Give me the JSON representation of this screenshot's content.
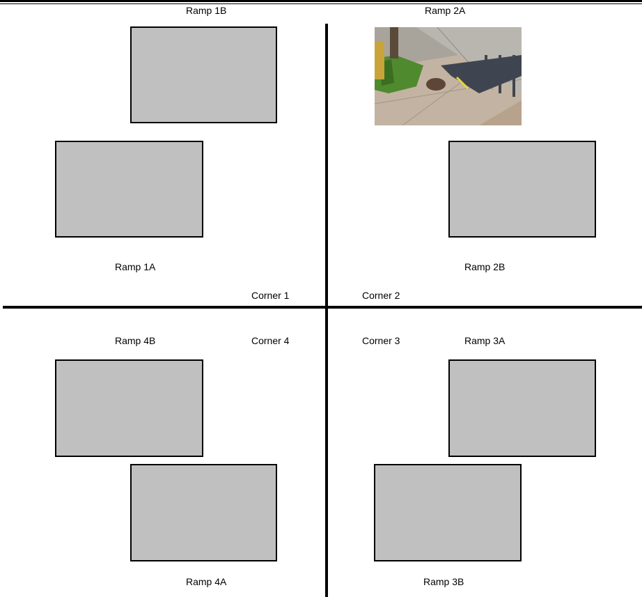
{
  "labels": {
    "ramp_1b": "Ramp 1B",
    "ramp_2a": "Ramp 2A",
    "ramp_1a": "Ramp 1A",
    "ramp_2b": "Ramp 2B",
    "corner_1": "Corner 1",
    "corner_2": "Corner 2",
    "ramp_4b": "Ramp 4B",
    "corner_4": "Corner 4",
    "corner_3": "Corner 3",
    "ramp_3a": "Ramp 3A",
    "ramp_4a": "Ramp 4A",
    "ramp_3b": "Ramp 3B"
  },
  "colors": {
    "placeholder_fill": "#c0c0c0",
    "border": "#000000"
  }
}
